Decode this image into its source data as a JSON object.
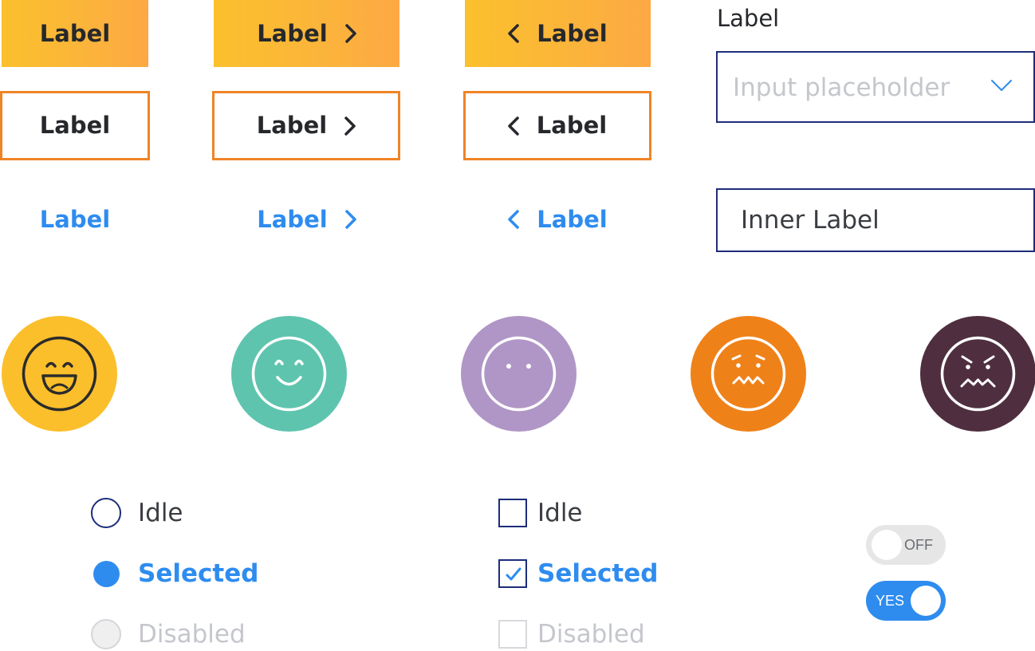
{
  "buttons": {
    "primary": [
      "Label",
      "Label",
      "Label"
    ],
    "outline": [
      "Label",
      "Label",
      "Label"
    ],
    "text": [
      "Label",
      "Label",
      "Label"
    ]
  },
  "dropdown": {
    "label": "Label",
    "placeholder": "Input placeholder"
  },
  "inner_input": {
    "value": "Inner Label"
  },
  "emojis": [
    {
      "name": "laughing",
      "color": "#fbbf2b"
    },
    {
      "name": "happy",
      "color": "#5ec4ae"
    },
    {
      "name": "neutral",
      "color": "#b096c6"
    },
    {
      "name": "upset",
      "color": "#ef8119"
    },
    {
      "name": "angry",
      "color": "#4f2f3f"
    }
  ],
  "radios": {
    "idle": "Idle",
    "selected": "Selected",
    "disabled": "Disabled"
  },
  "checkboxes": {
    "idle": "Idle",
    "selected": "Selected",
    "disabled": "Disabled"
  },
  "toggles": {
    "off": "OFF",
    "on": "YES"
  },
  "colors": {
    "accent_blue": "#2e8cef",
    "outline_orange": "#ef8426",
    "navy": "#1d2d7a",
    "dark_text": "#26282c"
  }
}
